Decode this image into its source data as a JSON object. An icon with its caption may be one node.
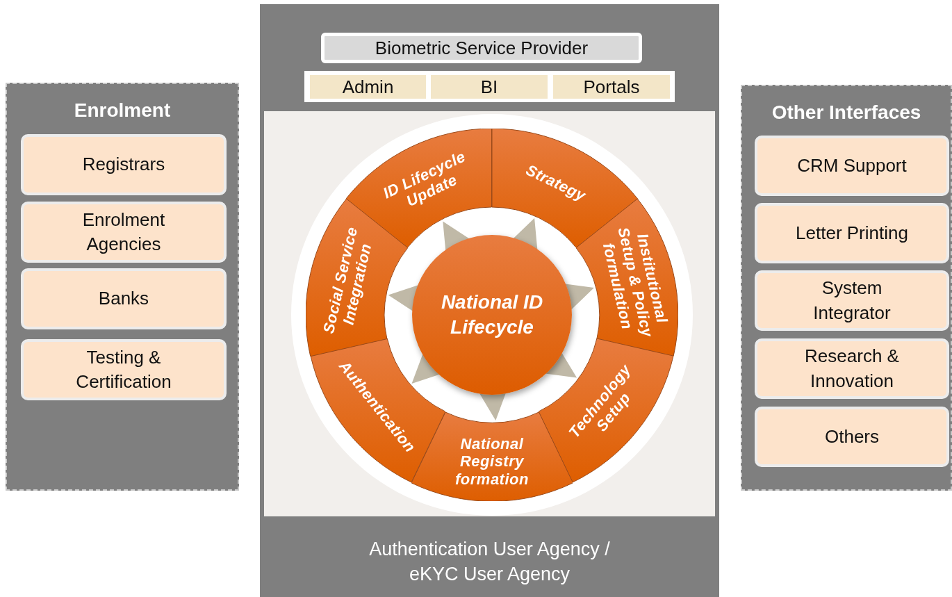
{
  "diagram": {
    "nodes": [
      {
        "text": [
          "Enrolment"
        ]
      },
      {
        "text": [
          "Registrars"
        ],
        "in": 0
      },
      {
        "text": [
          "Enrolment Agencies"
        ],
        "in": 0
      },
      {
        "text": [
          "Banks"
        ],
        "in": 0
      },
      {
        "text": [
          "Testing & Certification"
        ],
        "in": 0
      },
      {
        "text": [
          "Authentication User Agency / eKYC User Agency"
        ]
      },
      {
        "text": [
          "Biometric Service Provider"
        ],
        "in": 5
      },
      {
        "text": [],
        "shape": "box",
        "in": 5
      },
      {
        "text": [
          "Admin"
        ],
        "in": 7
      },
      {
        "text": [
          "BI"
        ],
        "in": 7
      },
      {
        "text": [
          "Portals"
        ],
        "in": 7
      },
      {
        "text": [],
        "shape": "box",
        "in": 5
      },
      {
        "text": [
          "ID Lifecycle Update"
        ],
        "in": 11
      },
      {
        "text": [
          "Strategy"
        ],
        "in": 11
      },
      {
        "text": [
          "Institutional Setup & Policy formulation"
        ],
        "in": 11
      },
      {
        "text": [
          "Technology Setup"
        ],
        "in": 11
      },
      {
        "text": [
          "National Registry formation"
        ],
        "in": 11
      },
      {
        "text": [
          "Authentication"
        ],
        "in": 11
      },
      {
        "text": [
          "Social Service Integration"
        ],
        "in": 11
      },
      {
        "text": [
          "National ID Lifecycle"
        ],
        "in": 11
      },
      {
        "text": [
          "Other Interfaces"
        ]
      },
      {
        "text": [
          "CRM Support"
        ],
        "in": 20
      },
      {
        "text": [
          "Letter Printing"
        ],
        "in": 20
      },
      {
        "text": [
          "System Integrator"
        ],
        "in": 20
      },
      {
        "text": [
          "Research & Innovation"
        ],
        "in": 20
      },
      {
        "text": [
          "Others"
        ],
        "in": 20
      }
    ]
  }
}
